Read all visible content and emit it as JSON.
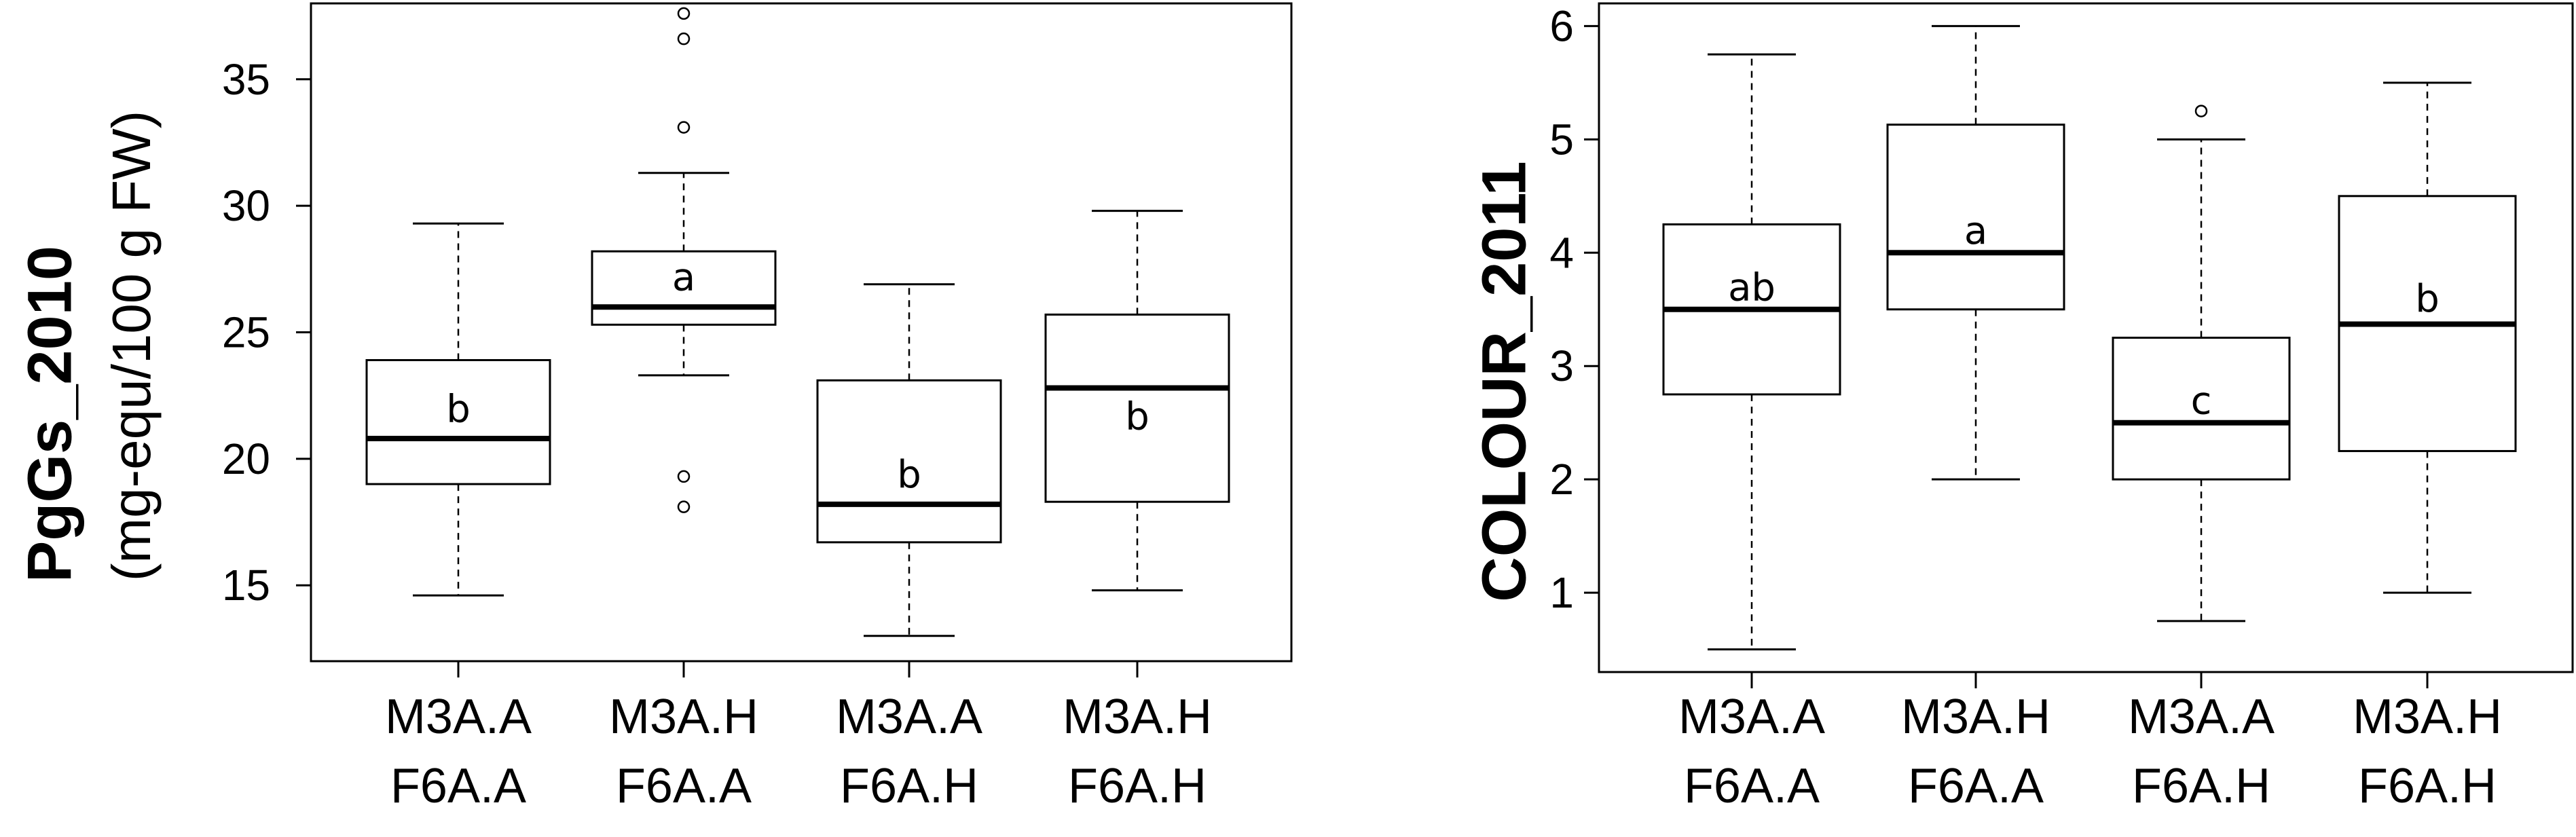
{
  "chart_data": [
    {
      "type": "boxplot",
      "ylabel": "PgGs_2010",
      "ylabel_units": "(mg-equ/100 g FW)",
      "ylim": [
        12,
        38
      ],
      "yticks": [
        15,
        20,
        25,
        30,
        35
      ],
      "categories": [
        {
          "line1": "M3A.A",
          "line2": "F6A.A"
        },
        {
          "line1": "M3A.H",
          "line2": "F6A.A"
        },
        {
          "line1": "M3A.A",
          "line2": "F6A.H"
        },
        {
          "line1": "M3A.H",
          "line2": "F6A.H"
        }
      ],
      "boxes": [
        {
          "whisker_low": 14.6,
          "q1": 19.0,
          "median": 20.8,
          "q3": 23.9,
          "whisker_high": 29.3,
          "outliers": [],
          "letter": "b",
          "letter_y": 22.0
        },
        {
          "whisker_low": 23.3,
          "q1": 25.3,
          "median": 26.0,
          "q3": 28.2,
          "whisker_high": 31.3,
          "outliers": [
            37.6,
            36.6,
            33.1,
            19.3,
            18.1
          ],
          "letter": "a",
          "letter_y": 27.2
        },
        {
          "whisker_low": 13.0,
          "q1": 16.7,
          "median": 18.2,
          "q3": 23.1,
          "whisker_high": 26.9,
          "outliers": [],
          "letter": "b",
          "letter_y": 19.4
        },
        {
          "whisker_low": 14.8,
          "q1": 18.3,
          "median": 22.8,
          "q3": 25.7,
          "whisker_high": 29.8,
          "outliers": [],
          "letter": "b",
          "letter_y": 21.7
        }
      ]
    },
    {
      "type": "boxplot",
      "ylabel": "COLOUR_2011",
      "ylabel_units": "",
      "ylim": [
        0.3,
        6.2
      ],
      "yticks": [
        1,
        2,
        3,
        4,
        5,
        6
      ],
      "categories": [
        {
          "line1": "M3A.A",
          "line2": "F6A.A"
        },
        {
          "line1": "M3A.H",
          "line2": "F6A.A"
        },
        {
          "line1": "M3A.A",
          "line2": "F6A.H"
        },
        {
          "line1": "M3A.H",
          "line2": "F6A.H"
        }
      ],
      "boxes": [
        {
          "whisker_low": 0.5,
          "q1": 2.75,
          "median": 3.5,
          "q3": 4.25,
          "whisker_high": 5.75,
          "outliers": [],
          "letter": "ab",
          "letter_y": 3.7
        },
        {
          "whisker_low": 2.0,
          "q1": 3.5,
          "median": 4.0,
          "q3": 5.13,
          "whisker_high": 6.0,
          "outliers": [],
          "letter": "a",
          "letter_y": 4.2
        },
        {
          "whisker_low": 0.75,
          "q1": 2.0,
          "median": 2.5,
          "q3": 3.25,
          "whisker_high": 5.0,
          "outliers": [
            5.25
          ],
          "letter": "c",
          "letter_y": 2.7
        },
        {
          "whisker_low": 1.0,
          "q1": 2.25,
          "median": 3.37,
          "q3": 4.5,
          "whisker_high": 5.5,
          "outliers": [],
          "letter": "b",
          "letter_y": 3.6
        }
      ]
    }
  ]
}
